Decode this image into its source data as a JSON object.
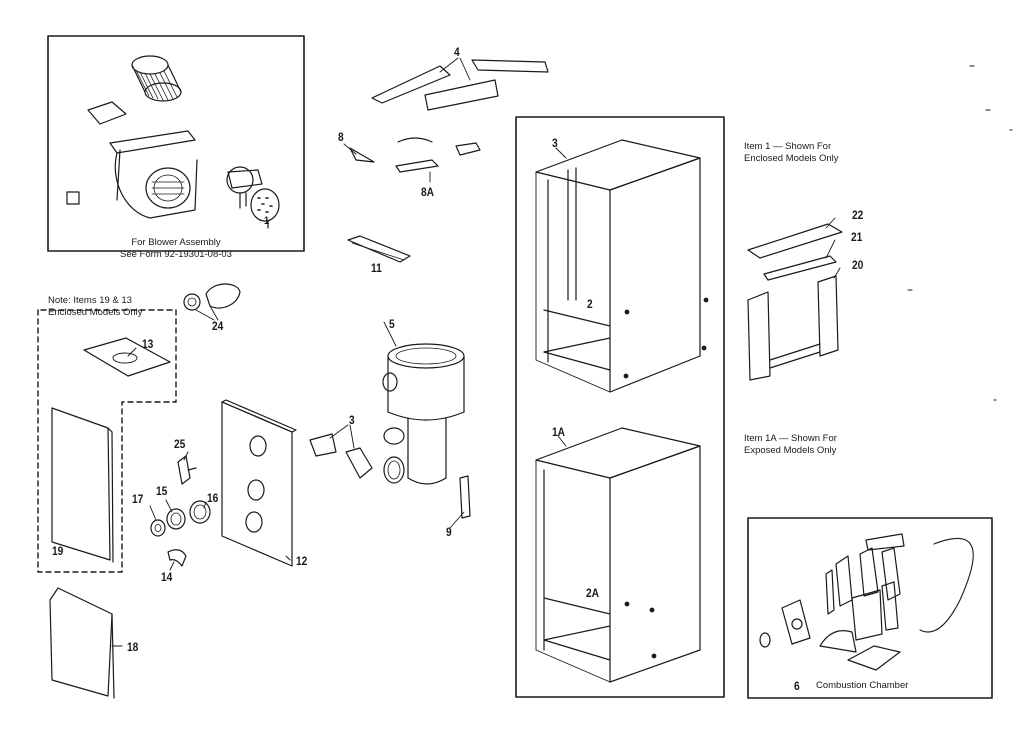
{
  "blower_box": {
    "caption_line1": "For Blower Assembly",
    "caption_line2": "See Form 92-19301-08-03"
  },
  "note_box": {
    "line1": "Note: Items 19 & 13",
    "line2": "Enclosed Models Only"
  },
  "item1_note": {
    "line1": "Item 1 — Shown For",
    "line2": "Enclosed Models Only"
  },
  "item1a_note": {
    "line1": "Item 1A — Shown For",
    "line2": "Exposed Models Only"
  },
  "combustion_chamber": {
    "number": "6",
    "title": "Combustion Chamber"
  },
  "part_numbers": {
    "p1_small": "1",
    "p4": "4",
    "p8": "8",
    "p8A": "8A",
    "p11": "11",
    "p24": "24",
    "p13": "13",
    "p19": "19",
    "p18": "18",
    "p25": "25",
    "p17": "17",
    "p15": "15",
    "p16": "16",
    "p14": "14",
    "p12": "12",
    "p5": "5",
    "p3_burner": "3",
    "p9": "9",
    "p3_cabinet": "3",
    "p2": "2",
    "p1A": "1A",
    "p2A": "2A",
    "p22": "22",
    "p21": "21",
    "p20": "20"
  }
}
